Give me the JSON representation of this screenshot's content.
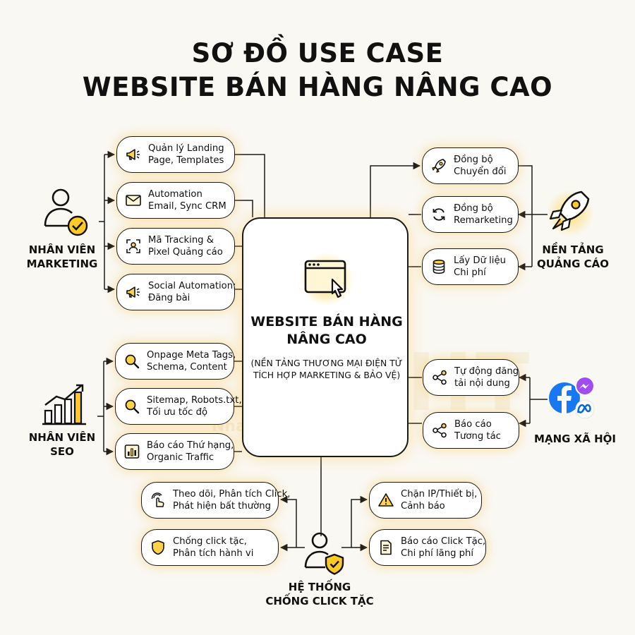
{
  "title": {
    "line1": "SƠ ĐỒ USE CASE",
    "line2": "WEBSITE BÁN HÀNG NÂNG CAO"
  },
  "hub": {
    "icon": "browser-click-icon",
    "title": [
      "WEBSITE BÁN HÀNG",
      "NÂNG CAO"
    ],
    "subtitle": [
      "(NỀN TẢNG THƯƠNG MẠI ĐIỆN TỬ",
      "TÍCH HỢP MARKETING & BẢO VỆ)"
    ]
  },
  "watermark": {
    "brand": "SIGHT",
    "slogan": "Nhanh - Chuẩn - Đẹp"
  },
  "actors": {
    "marketing": {
      "label": [
        "NHÂN VIÊN",
        "MARKETING"
      ],
      "icon": "user-check-icon"
    },
    "seo": {
      "label": [
        "NHÂN VIÊN",
        "SEO"
      ],
      "icon": "bar-chart-trend-icon"
    },
    "ads": {
      "label": [
        "NỀN TẢNG",
        "QUẢNG CÁO"
      ],
      "icon": "rocket-icon"
    },
    "social": {
      "label": [
        "MẠNG XÃ HỘI"
      ],
      "icon": "facebook-messenger-meta-icon"
    },
    "fraud": {
      "label": [
        "HỆ THỐNG",
        "CHỐNG CLICK TẶC"
      ],
      "icon": "user-shield-icon"
    }
  },
  "use_cases": {
    "marketing": [
      {
        "icon": "megaphone-icon",
        "lines": [
          "Quản lý Landing",
          "Page, Templates"
        ]
      },
      {
        "icon": "envelope-icon",
        "lines": [
          "Automation",
          "Email, Sync CRM"
        ]
      },
      {
        "icon": "tracking-pixel-icon",
        "lines": [
          "Mã Tracking &",
          "Pixel Quảng cáo"
        ]
      },
      {
        "icon": "megaphone-icon",
        "lines": [
          "Social Automation:",
          "Đăng bài"
        ]
      }
    ],
    "seo": [
      {
        "icon": "search-icon",
        "lines": [
          "Onpage Meta Tags,",
          "Schema, Content"
        ]
      },
      {
        "icon": "search-icon",
        "lines": [
          "Sitemap, Robots.txt,",
          "Tối ưu tốc độ"
        ]
      },
      {
        "icon": "bar-chart-icon",
        "lines": [
          "Báo cáo Thứ hạng,",
          "Organic Traffic"
        ]
      }
    ],
    "ads": [
      {
        "icon": "rocket-icon",
        "lines": [
          "Đồng bộ",
          "Chuyển đổi"
        ]
      },
      {
        "icon": "refresh-icon",
        "lines": [
          "Đồng bộ",
          "Remarketing"
        ]
      },
      {
        "icon": "database-icon",
        "lines": [
          "Lấy Dữ liệu",
          "Chi phí"
        ]
      }
    ],
    "social": [
      {
        "icon": "share-icon",
        "lines": [
          "Tự động đăng",
          "tải nội dung"
        ]
      },
      {
        "icon": "share-icon",
        "lines": [
          "Báo cáo",
          "Tương tác"
        ]
      }
    ],
    "fraud_left": [
      {
        "icon": "pointer-click-icon",
        "lines": [
          "Theo dõi, Phân tích Click,",
          "Phát hiện bất thường"
        ]
      },
      {
        "icon": "shield-icon",
        "lines": [
          "Chống click tặc,",
          "Phân tích hành vi"
        ]
      }
    ],
    "fraud_right": [
      {
        "icon": "warning-icon",
        "lines": [
          "Chặn IP/Thiết bị,",
          "Cảnh báo"
        ]
      },
      {
        "icon": "report-icon",
        "lines": [
          "Báo cáo Click Tặc,",
          "Chi phí lãng phí"
        ]
      }
    ]
  }
}
